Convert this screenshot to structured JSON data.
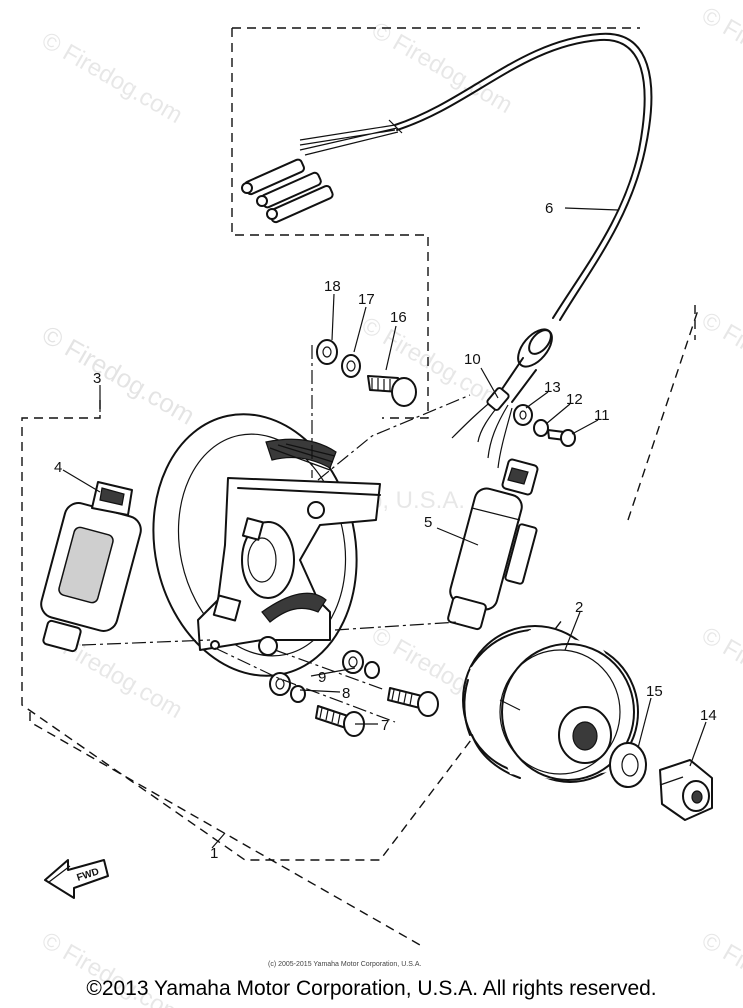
{
  "diagram": {
    "watermark": "© Firedog.com",
    "watermark_corp": "Yamaha Motor Corp, U.S.A.",
    "fwd_label": "FWD",
    "small_copyright": "(c) 2005-2015 Yamaha Motor Corporation, U.S.A.",
    "callouts": {
      "p1": "1",
      "p2": "2",
      "p3": "3",
      "p4": "4",
      "p5": "5",
      "p6": "6",
      "p7": "7",
      "p8": "8",
      "p9": "9",
      "p10": "10",
      "p11": "11",
      "p12": "12",
      "p13": "13",
      "p14": "14",
      "p15": "15",
      "p16": "16",
      "p17": "17",
      "p18": "18"
    }
  },
  "footer": {
    "copyright": "©2013 Yamaha Motor Corporation, U.S.A. All rights reserved."
  }
}
